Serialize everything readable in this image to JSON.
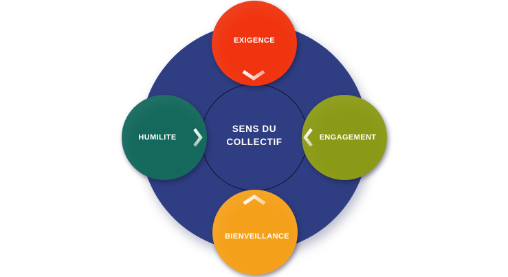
{
  "background_color": "#FFFFFF",
  "diagram": {
    "title": "Values wheel diagram",
    "center": {
      "label_line1": "SENS DU",
      "label_line2": "COLLECTIF",
      "circle_color": "#2F3E82",
      "ring_outline_color": "#10102C",
      "text_color": "#FFFFFF"
    },
    "nodes": [
      {
        "position": "top",
        "label": "EXIGENCE",
        "color": "#F0340F",
        "chevron_direction": "down"
      },
      {
        "position": "left",
        "label": "HUMILITE",
        "color": "#14685C",
        "chevron_direction": "right"
      },
      {
        "position": "right",
        "label": "ENGAGEMENT",
        "color": "#8B9A16",
        "chevron_direction": "left"
      },
      {
        "position": "bottom",
        "label": "BIENVEILLANCE",
        "color": "#F5A01B",
        "chevron_direction": "up"
      }
    ],
    "chevron_color": "#FFFFFF"
  }
}
